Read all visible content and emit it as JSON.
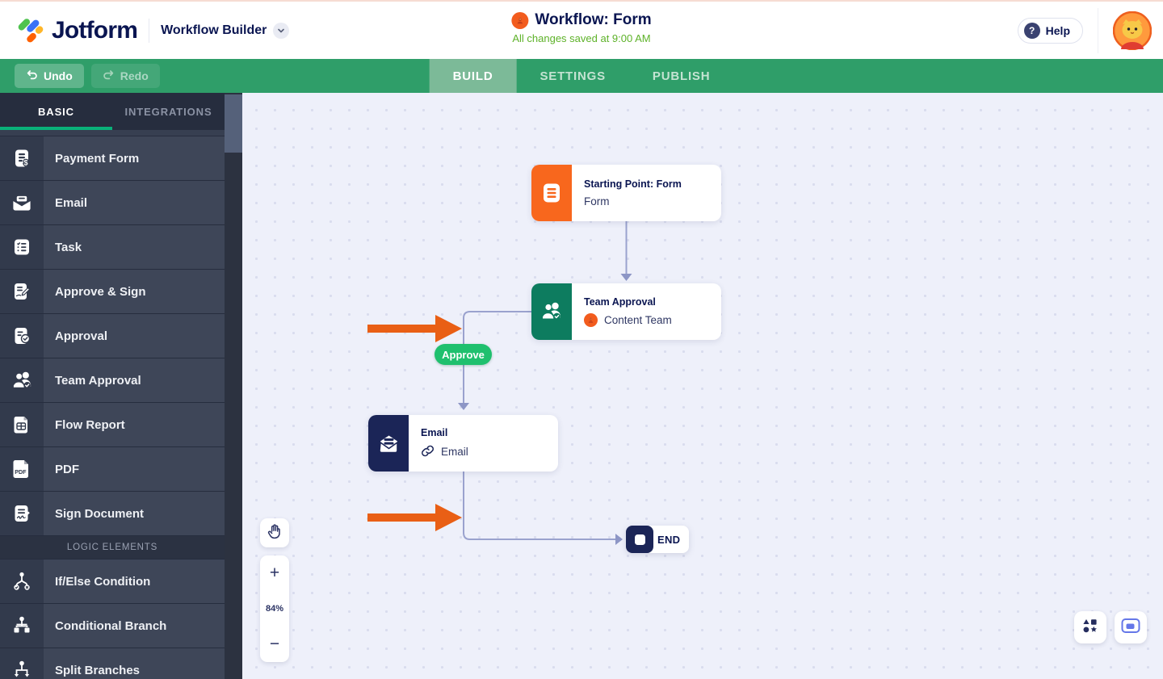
{
  "header": {
    "logo_text": "Jotform",
    "product_name": "Workflow Builder",
    "workflow_title": "Workflow: Form",
    "autosave_status": "All changes saved at 9:00 AM",
    "help_label": "Help",
    "help_icon_glyph": "?"
  },
  "toolbar": {
    "undo_label": "Undo",
    "redo_label": "Redo",
    "tabs": [
      {
        "label": "BUILD",
        "active": true
      },
      {
        "label": "SETTINGS",
        "active": false
      },
      {
        "label": "PUBLISH",
        "active": false
      }
    ]
  },
  "sidebar": {
    "tabs": [
      {
        "label": "BASIC",
        "active": true
      },
      {
        "label": "INTEGRATIONS",
        "active": false
      }
    ],
    "items": [
      {
        "label": "Payment Form",
        "icon": "payment-form-icon"
      },
      {
        "label": "Email",
        "icon": "email-icon"
      },
      {
        "label": "Task",
        "icon": "task-icon"
      },
      {
        "label": "Approve & Sign",
        "icon": "approve-sign-icon"
      },
      {
        "label": "Approval",
        "icon": "approval-icon"
      },
      {
        "label": "Team Approval",
        "icon": "team-approval-icon"
      },
      {
        "label": "Flow Report",
        "icon": "flow-report-icon"
      },
      {
        "label": "PDF",
        "icon": "pdf-icon"
      },
      {
        "label": "Sign Document",
        "icon": "sign-document-icon"
      }
    ],
    "section_label": "LOGIC ELEMENTS",
    "logic_items": [
      {
        "label": "If/Else Condition",
        "icon": "if-else-icon"
      },
      {
        "label": "Conditional Branch",
        "icon": "conditional-branch-icon"
      },
      {
        "label": "Split Branches",
        "icon": "split-branches-icon"
      }
    ]
  },
  "canvas": {
    "nodes": {
      "start": {
        "title": "Starting Point: Form",
        "subtitle": "Form"
      },
      "team": {
        "title": "Team Approval",
        "subtitle": "Content Team"
      },
      "email": {
        "title": "Email",
        "subtitle": "Email"
      },
      "end": {
        "label": "END"
      }
    },
    "branch_label": "Approve",
    "zoom_level": "84%",
    "zoom_in_glyph": "+",
    "zoom_out_glyph": "−"
  },
  "colors": {
    "brand_navy": "#0a1551",
    "toolbar_green": "#2f9e69",
    "active_tab_green": "#7cba98",
    "accent_teal": "#09b179",
    "saved_green": "#5eb229",
    "node_orange": "#f8671d",
    "node_team_green": "#0d7c5f",
    "node_navy": "#1b2557",
    "approve_green": "#1fc06e",
    "annotation_orange": "#e95f15",
    "connector_lavender": "#9aa2ce",
    "canvas_bg": "#eef0fa"
  }
}
